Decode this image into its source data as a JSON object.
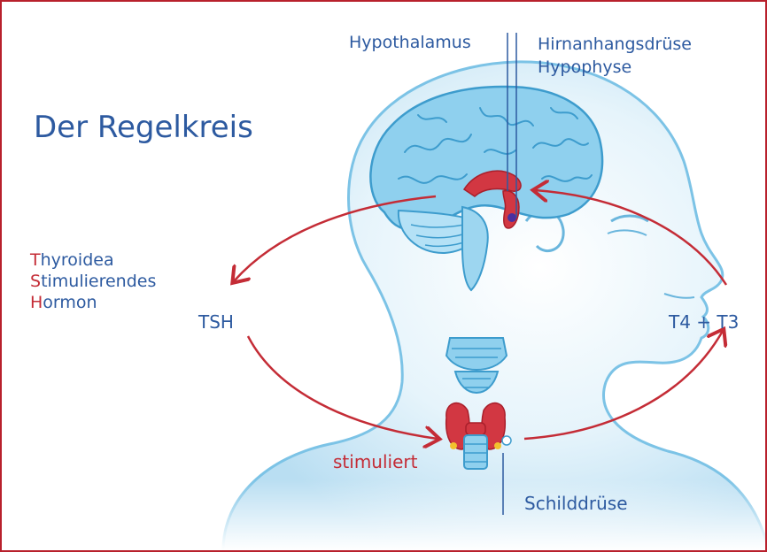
{
  "title": "Der Regelkreis",
  "labels": {
    "hypothalamus": "Hypothalamus",
    "hirnanhangsdruese": "Hirnanhangsdrüse",
    "hypophyse": "Hypophyse",
    "tsh": "TSH",
    "t4_t3": "T4 + T3",
    "stimuliert": "stimuliert",
    "schilddruese": "Schilddrüse"
  },
  "tsh_expansion": [
    {
      "first": "T",
      "rest": "hyroidea"
    },
    {
      "first": "S",
      "rest": "timulierendes"
    },
    {
      "first": "H",
      "rest": "ormon"
    }
  ],
  "colors": {
    "border": "#b8202c",
    "accent_red": "#c42c36",
    "text_blue": "#2d5aa0",
    "silhouette_outline": "#7cc3e6",
    "silhouette_fill": "#d4ecf8",
    "brain_fill": "#8fd0ee"
  }
}
